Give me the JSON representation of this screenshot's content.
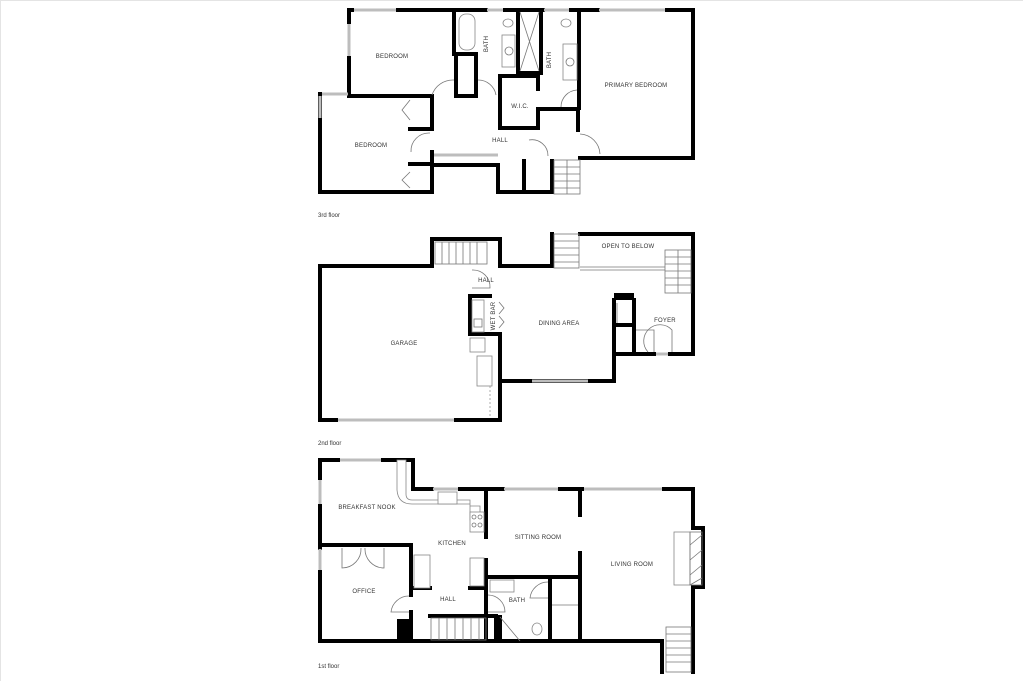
{
  "floors": [
    {
      "name": "3rd floor",
      "rooms": [
        {
          "label": "BEDROOM"
        },
        {
          "label": "BATH"
        },
        {
          "label": "BATH"
        },
        {
          "label": "PRIMARY BEDROOM"
        },
        {
          "label": "W.I.C."
        },
        {
          "label": "HALL"
        },
        {
          "label": "BEDROOM"
        }
      ]
    },
    {
      "name": "2nd floor",
      "rooms": [
        {
          "label": "OPEN TO BELOW"
        },
        {
          "label": "HALL"
        },
        {
          "label": "WET BAR"
        },
        {
          "label": "GARAGE"
        },
        {
          "label": "DINING AREA"
        },
        {
          "label": "FOYER"
        }
      ]
    },
    {
      "name": "1st floor",
      "rooms": [
        {
          "label": "BREAKFAST NOOK"
        },
        {
          "label": "KITCHEN"
        },
        {
          "label": "SITTING ROOM"
        },
        {
          "label": "LIVING ROOM"
        },
        {
          "label": "OFFICE"
        },
        {
          "label": "HALL"
        },
        {
          "label": "BATH"
        }
      ]
    }
  ],
  "colors": {
    "wall": "#000000",
    "window": "#bdbdbd",
    "background": "#ffffff"
  }
}
